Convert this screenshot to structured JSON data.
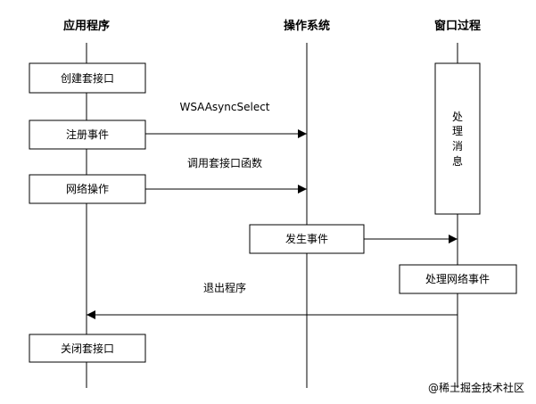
{
  "lanes": {
    "app": "应用程序",
    "os": "操作系统",
    "window": "窗口过程"
  },
  "boxes": {
    "create_socket": "创建套接口",
    "register_event": "注册事件",
    "network_op": "网络操作",
    "event_occurs": "发生事件",
    "process_message": [
      "处",
      "理",
      "消",
      "息"
    ],
    "process_network_event": "处理网络事件",
    "close_socket": "关闭套接口"
  },
  "arrows": {
    "wsa_async_select": "WSAAsyncSelect",
    "call_socket_function": "调用套接口函数",
    "exit_program": "退出程序"
  },
  "watermark": "@稀土掘金技术社区"
}
